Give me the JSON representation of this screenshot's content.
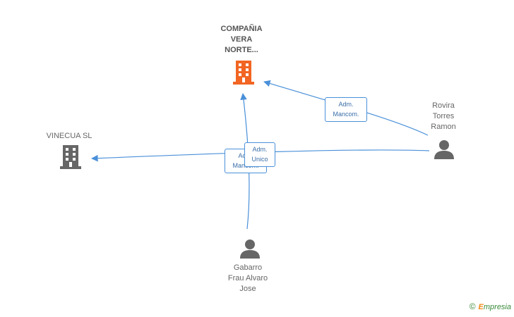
{
  "nodes": {
    "compania": {
      "label_lines": [
        "COMPAÑIA",
        "VERA",
        "NORTE..."
      ],
      "color": "#f26522"
    },
    "vinecua": {
      "label": "VINECUA SL",
      "color": "#666666"
    },
    "rovira": {
      "label_lines": [
        "Rovira",
        "Torres",
        "Ramon"
      ],
      "color": "#666666"
    },
    "gabarro": {
      "label_lines": [
        "Gabarro",
        "Frau Alvaro",
        "Jose"
      ],
      "color": "#666666"
    }
  },
  "edges": {
    "rovira_compania": [
      "Adm.",
      "Mancom."
    ],
    "gabarro_vinecua": [
      "Adm.",
      "Mancom."
    ],
    "rovira_vinecua": [
      "Adm.",
      "Unico"
    ]
  },
  "edge_color": "#4a90d9",
  "brand": {
    "copyright": "©",
    "e": "E",
    "rest": "mpresia"
  }
}
